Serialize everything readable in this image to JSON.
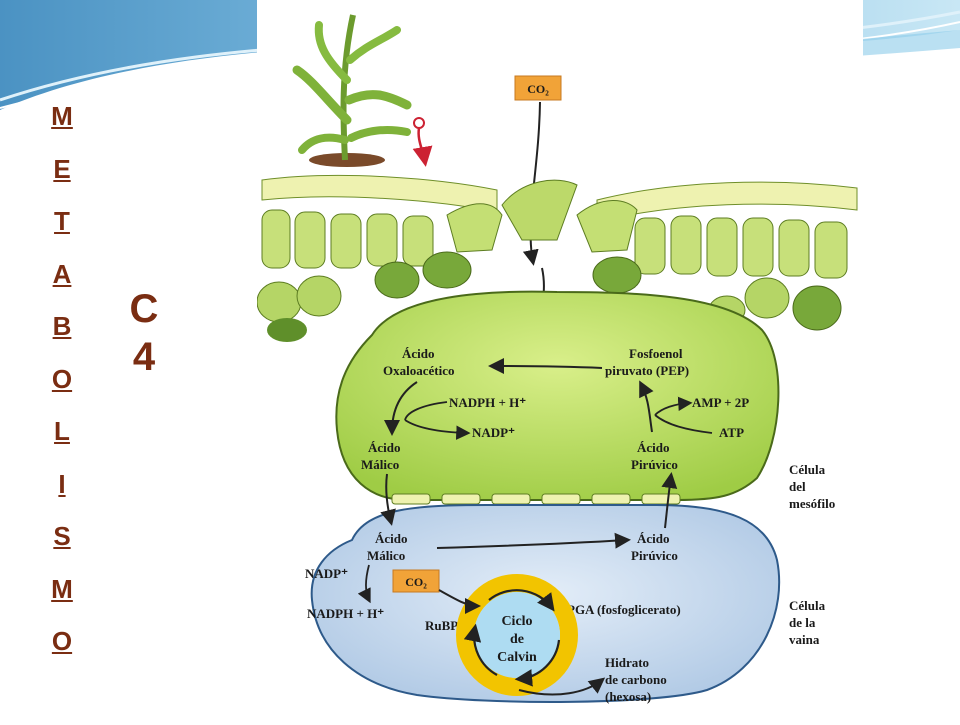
{
  "slide": {
    "vertical_title": [
      "M",
      "E",
      "T",
      "A",
      "B",
      "O",
      "L",
      "I",
      "S",
      "M",
      "O"
    ],
    "side_label": [
      "C",
      "4"
    ]
  },
  "diagram": {
    "co2_top": "CO₂",
    "co2_bottom": "CO₂",
    "mesophyll": {
      "oxaloacetic": [
        "Ácido",
        "Oxaloacético"
      ],
      "pep": [
        "Fosfoenol",
        "piruvato (PEP)"
      ],
      "nadph": "NADPH + H⁺",
      "nadp": "NADP⁺",
      "amp": "AMP + 2P",
      "atp": "ATP",
      "malic": [
        "Ácido",
        "Málico"
      ],
      "pyruvic": [
        "Ácido",
        "Pirúvico"
      ],
      "cell_label": [
        "Célula",
        "del",
        "mesófilo"
      ]
    },
    "sheath": {
      "malic": [
        "Ácido",
        "Málico"
      ],
      "pyruvic": [
        "Ácido",
        "Pirúvico"
      ],
      "nadp": "NADP⁺",
      "nadph": "NADPH + H⁺",
      "rubp": "RuBP",
      "pga": "PGA (fosfoglicerato)",
      "calvin": [
        "Ciclo",
        "de",
        "Calvin"
      ],
      "carb": [
        "Hidrato",
        "de carbono",
        "(hexosa)"
      ],
      "cell_label": [
        "Célula",
        "de la",
        "vaina"
      ]
    }
  },
  "colors": {
    "title": "#7a2d12",
    "mesophyll_fill": "#b9dd5c",
    "sheath_fill": "#c9dcef",
    "calvin_ring": "#f2c400",
    "co2_box": "#f1a338",
    "arrow": "#222222",
    "plant_arrow": "#cc2233"
  }
}
